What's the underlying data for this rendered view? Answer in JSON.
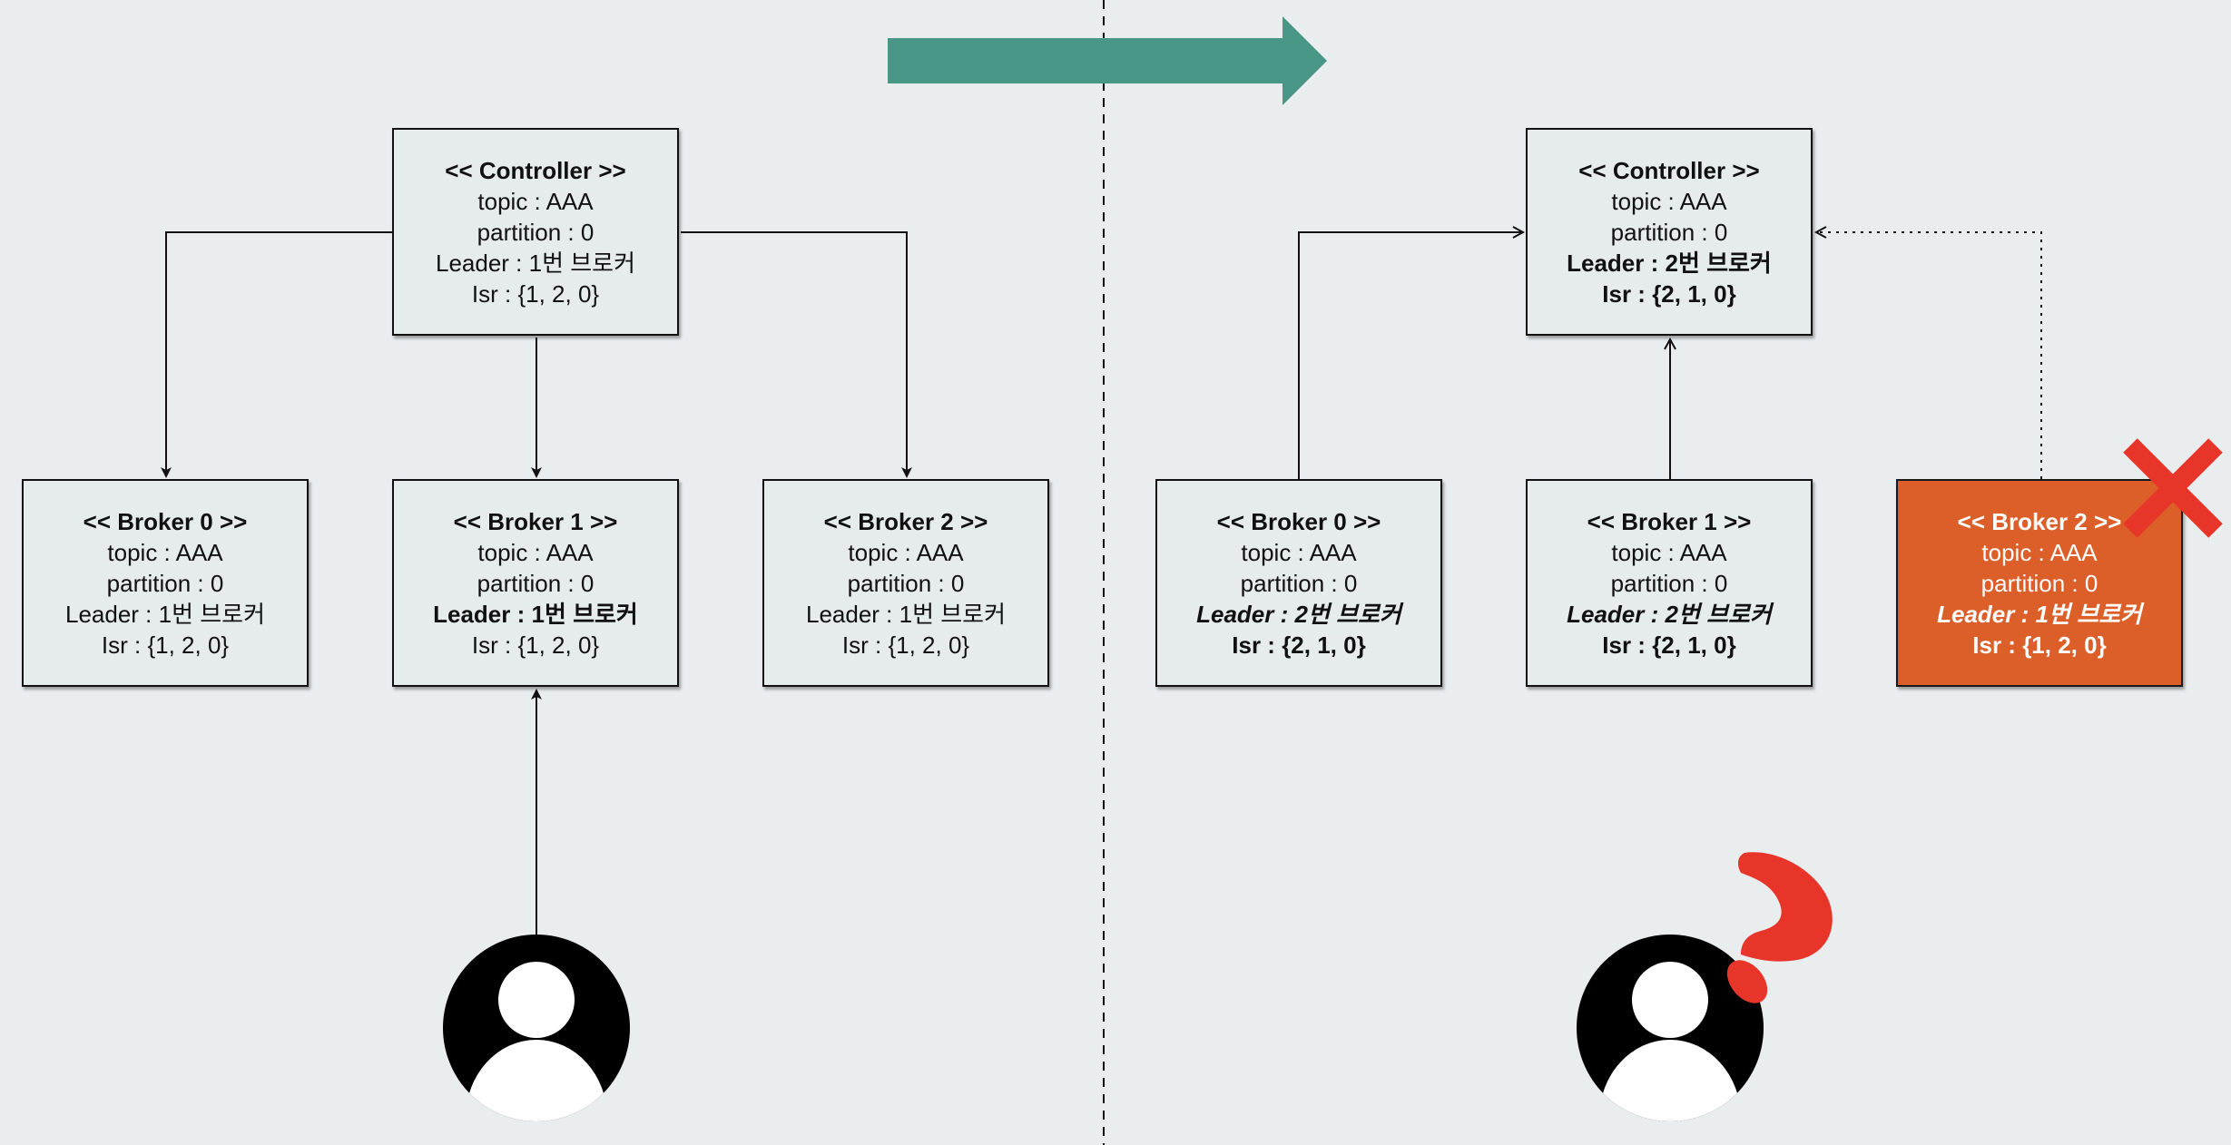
{
  "left": {
    "controller": {
      "title": "<< Controller >>",
      "topic": "topic : AAA",
      "partition": "partition : 0",
      "leader": "Leader : 1번 브로커",
      "isr": "Isr : {1, 2, 0}"
    },
    "brokers": [
      {
        "title": "<< Broker 0 >>",
        "topic": "topic : AAA",
        "partition": "partition : 0",
        "leader": "Leader : 1번 브로커",
        "isr": "Isr : {1, 2, 0}"
      },
      {
        "title": "<< Broker 1 >>",
        "topic": "topic : AAA",
        "partition": "partition : 0",
        "leader": "Leader : 1번 브로커",
        "isr": "Isr : {1, 2, 0}"
      },
      {
        "title": "<< Broker 2 >>",
        "topic": "topic : AAA",
        "partition": "partition : 0",
        "leader": "Leader : 1번 브로커",
        "isr": "Isr : {1, 2, 0}"
      }
    ]
  },
  "right": {
    "controller": {
      "title": "<< Controller >>",
      "topic": "topic : AAA",
      "partition": "partition : 0",
      "leader": "Leader : 2번 브로커",
      "isr": "Isr : {2, 1, 0}"
    },
    "brokers": [
      {
        "title": "<< Broker 0 >>",
        "topic": "topic : AAA",
        "partition": "partition : 0",
        "leader": "Leader : 2번 브로커",
        "isr": "Isr : {2, 1, 0}"
      },
      {
        "title": "<< Broker 1 >>",
        "topic": "topic : AAA",
        "partition": "partition : 0",
        "leader": "Leader : 2번 브로커",
        "isr": "Isr : {2, 1, 0}"
      },
      {
        "title": "<< Broker 2 >>",
        "topic": "topic : AAA",
        "partition": "partition : 0",
        "leader": "Leader : 1번 브로커",
        "isr": "Isr : {1, 2, 0}"
      }
    ]
  },
  "colors": {
    "background": "#e9edee",
    "box_fill": "#e6ebec",
    "failed_box": "#dc5e28",
    "transition_arrow": "#479686",
    "failure_mark": "#e8352a",
    "question_mark": "#e8352a"
  },
  "icons": [
    "transition-arrow",
    "failure-x-icon",
    "user-icon",
    "question-mark-icon"
  ]
}
